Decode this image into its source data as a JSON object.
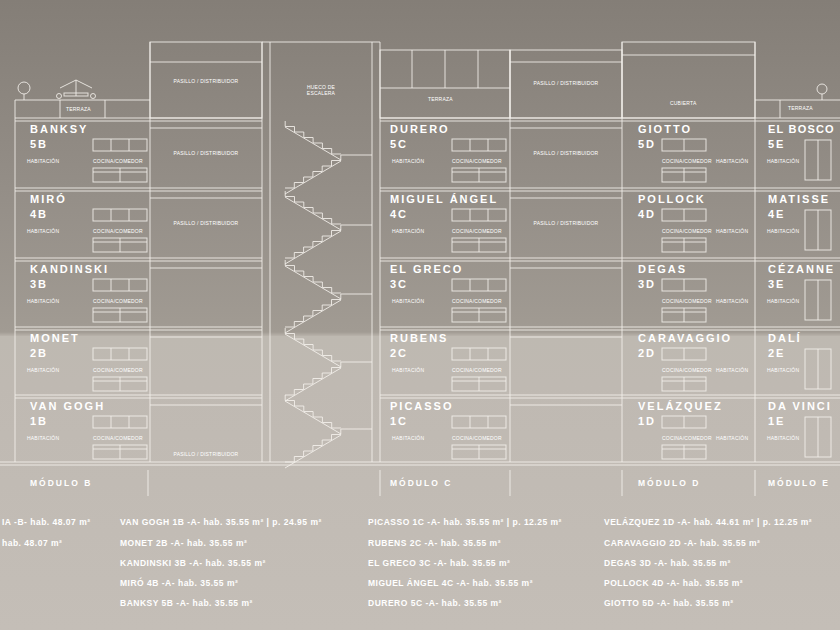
{
  "diagram": {
    "nodes": [
      {
        "text": [
          "BANKSY",
          "5B",
          "HABITACIÓN",
          "COCINA/COMEDOR"
        ]
      },
      {
        "text": [
          "DURERO",
          "5C",
          "HABITACIÓN",
          "COCINA/COMEDOR"
        ]
      },
      {
        "text": [
          "GIOTTO",
          "5D",
          "COCINA/COMEDOR",
          "HABITACIÓN"
        ]
      },
      {
        "text": [
          "EL BOSCO",
          "5E",
          "HABITACIÓN"
        ]
      },
      {
        "text": [
          "MIRÓ",
          "4B",
          "HABITACIÓN",
          "COCINA/COMEDOR"
        ]
      },
      {
        "text": [
          "MIGUEL ÁNGEL",
          "4C",
          "HABITACIÓN",
          "COCINA/COMEDOR"
        ]
      },
      {
        "text": [
          "POLLOCK",
          "4D",
          "COCINA/COMEDOR",
          "HABITACIÓN"
        ]
      },
      {
        "text": [
          "MATISSE",
          "4E",
          "HABITACIÓN"
        ]
      },
      {
        "text": [
          "KANDINSKI",
          "3B",
          "HABITACIÓN",
          "COCINA/COMEDOR"
        ]
      },
      {
        "text": [
          "EL GRECO",
          "3C",
          "HABITACIÓN",
          "COCINA/COMEDOR"
        ]
      },
      {
        "text": [
          "DEGAS",
          "3D",
          "COCINA/COMEDOR",
          "HABITACIÓN"
        ]
      },
      {
        "text": [
          "CÉZANNE",
          "3E",
          "HABITACIÓN"
        ]
      },
      {
        "text": [
          "MONET",
          "2B",
          "HABITACIÓN",
          "COCINA/COMEDOR"
        ]
      },
      {
        "text": [
          "RUBENS",
          "2C",
          "HABITACIÓN",
          "COCINA/COMEDOR"
        ]
      },
      {
        "text": [
          "CARAVAGGIO",
          "2D",
          "COCINA/COMEDOR",
          "HABITACIÓN"
        ]
      },
      {
        "text": [
          "DALÍ",
          "2E",
          "HABITACIÓN"
        ]
      },
      {
        "text": [
          "VAN GOGH",
          "1B",
          "HABITACIÓN",
          "COCINA/COMEDOR"
        ]
      },
      {
        "text": [
          "PICASSO",
          "1C",
          "HABITACIÓN",
          "COCINA/COMEDOR"
        ]
      },
      {
        "text": [
          "VELÁZQUEZ",
          "1D",
          "COCINA/COMEDOR",
          "HABITACIÓN"
        ]
      },
      {
        "text": [
          "DA VINCI",
          "1E",
          "HABITACIÓN"
        ]
      }
    ],
    "labels": [
      "TERRAZA",
      "PASILLO / DISTRIBUIDOR",
      "HUECO DE ESCALERA",
      "TERRAZA",
      "PASILLO / DISTRIBUIDOR",
      "CUBIERTA",
      "TERRAZA",
      "PASILLO / DISTRIBUIDOR",
      "PASILLO / DISTRIBUIDOR",
      "PASILLO / DISTRIBUIDOR",
      "PASILLO / DISTRIBUIDOR",
      "PASILLO / DISTRIBUIDOR",
      "MÓDULO B",
      "MÓDULO C",
      "MÓDULO D",
      "MÓDULO E",
      "IA -B- hab. 48.07 m²",
      "hab. 48.07 m²",
      "VAN GOGH 1B -A- hab. 35.55 m² | p. 24.95 m²",
      "MONET 2B -A- hab. 35.55 m²",
      "KANDINSKI 3B -A- hab. 35.55 m²",
      "MIRÓ 4B -A- hab. 35.55 m²",
      "BANKSY 5B -A- hab. 35.55 m²",
      "PICASSO 1C -A- hab. 35.55 m² | p. 12.25 m²",
      "RUBENS 2C -A- hab. 35.55 m²",
      "EL GRECO 3C -A- hab. 35.55 m²",
      "MIGUEL ÁNGEL 4C -A- hab. 35.55 m²",
      "DURERO 5C -A- hab. 35.55 m²",
      "VELÁZQUEZ 1D -A- hab. 44.61 m² | p. 12.25 m²",
      "CARAVAGGIO 2D -A- hab. 35.55 m²",
      "DEGAS 3D -A- hab. 35.55 m²",
      "POLLOCK 4D -A- hab. 35.55 m²",
      "GIOTTO 5D -A- hab. 35.55 m²"
    ]
  }
}
